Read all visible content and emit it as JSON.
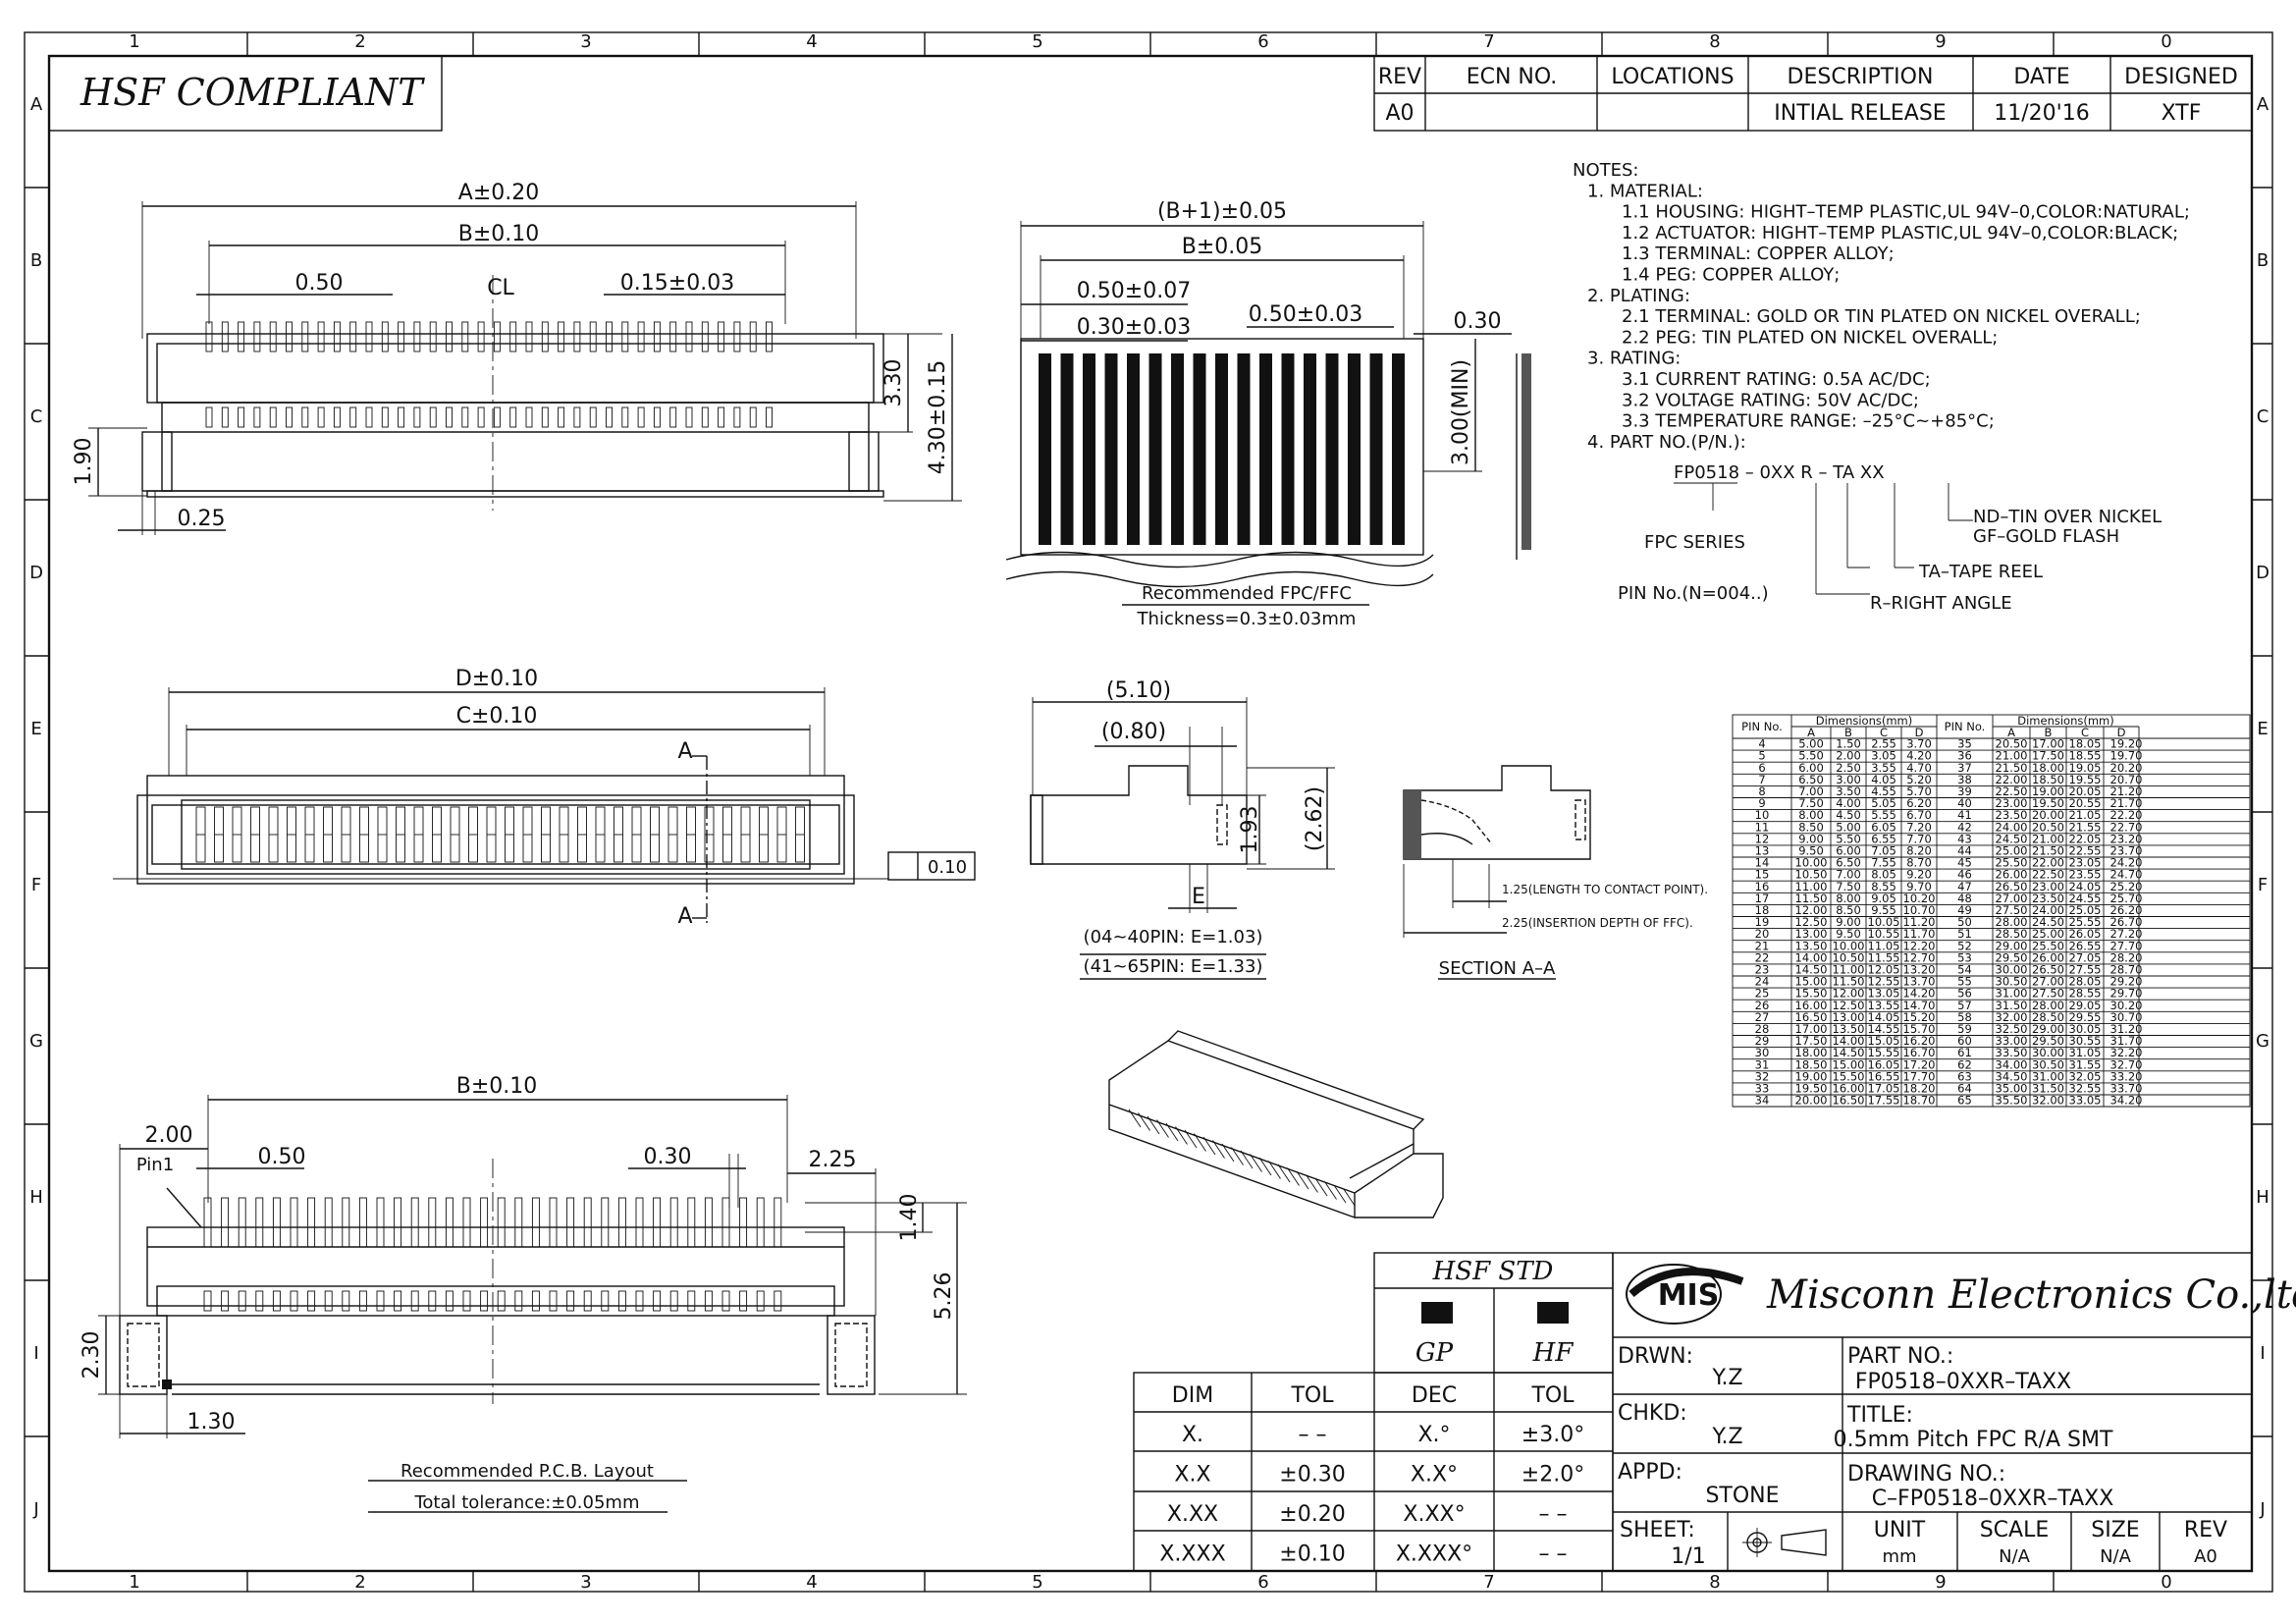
{
  "zone_cols": [
    "1",
    "2",
    "3",
    "4",
    "5",
    "6",
    "7",
    "8",
    "9",
    "0"
  ],
  "zone_rows": [
    "A",
    "B",
    "C",
    "D",
    "E",
    "F",
    "G",
    "H",
    "I",
    "J"
  ],
  "hsf_compliant": "HSF COMPLIANT",
  "revision": {
    "headers": [
      "REV",
      "ECN NO.",
      "LOCATIONS",
      "DESCRIPTION",
      "DATE",
      "DESIGNED"
    ],
    "row": [
      "A0",
      "",
      "",
      "INTIAL RELEASE",
      "11/20'16",
      "XTF"
    ]
  },
  "dims": {
    "a": "A±0.20",
    "b": "B±0.10",
    "p050": "0.50",
    "p015": "0.15±0.03",
    "cl": "CL",
    "h330": "3.30",
    "h430": "4.30±0.15",
    "h190": "1.90",
    "w025": "0.25",
    "bp1": "(B+1)±0.05",
    "b005": "B±0.05",
    "p050_07": "0.50±0.07",
    "p030_03": "0.30±0.03",
    "p050_03": "0.50±0.03",
    "t030": "0.30",
    "min300": "3.00(MIN)",
    "d": "D±0.10",
    "c": "C±0.10",
    "sec_a": "A",
    "flat": "0.10",
    "s510": "(5.10)",
    "s080": "(0.80)",
    "s193": "1.93",
    "s262": "(2.62)",
    "e": "E",
    "e1": "(04~40PIN: E=1.03)",
    "e2": "(41~65PIN: E=1.33)",
    "l125": "1.25(LENGTH TO CONTACT POINT).",
    "l225": "2.25(INSERTION DEPTH OF FFC).",
    "section": "SECTION A–A",
    "pb": "B±0.10",
    "p200": "2.00",
    "p030": "0.30",
    "p225": "2.25",
    "pin1": "Pin1",
    "p140": "1.40",
    "p526": "5.26",
    "p230": "2.30",
    "p130": "1.30"
  },
  "fpc_caption": [
    "Recommended FPC/FFC",
    "Thickness=0.3±0.03mm"
  ],
  "pcb_caption": [
    "Recommended P.C.B. Layout",
    "Total tolerance:±0.05mm"
  ],
  "notes": [
    "NOTES:",
    "1. MATERIAL:",
    "1.1 HOUSING: HIGHT–TEMP PLASTIC,UL 94V–0,COLOR:NATURAL;",
    "1.2 ACTUATOR: HIGHT–TEMP PLASTIC,UL 94V–0,COLOR:BLACK;",
    "1.3 TERMINAL: COPPER ALLOY;",
    "1.4 PEG: COPPER ALLOY;",
    "2. PLATING:",
    "2.1 TERMINAL: GOLD OR TIN PLATED ON NICKEL OVERALL;",
    "2.2 PEG: TIN PLATED ON NICKEL OVERALL;",
    "3. RATING:",
    "3.1 CURRENT RATING: 0.5A AC/DC;",
    "3.2 VOLTAGE RATING: 50V AC/DC;",
    "3.3 TEMPERATURE RANGE: –25°C~+85°C;",
    "4. PART NO.(P/N.):"
  ],
  "partno": {
    "code": "FP0518 – 0XX R – TA  XX",
    "fpc_series": "FPC SERIES",
    "pin_no": "PIN No.(N=004..)",
    "r": "R–RIGHT ANGLE",
    "ta": "TA–TAPE REEL",
    "nd": "ND–TIN OVER NICKEL",
    "gf": "GF–GOLD FLASH"
  },
  "dim_table": {
    "h_pin": "PIN No.",
    "h_dim": "Dimensions(mm)",
    "cols": [
      "A",
      "B",
      "C",
      "D"
    ],
    "rows": [
      [
        "4",
        "5.00",
        "1.50",
        "2.55",
        "3.70",
        "35",
        "20.50",
        "17.00",
        "18.05",
        "19.20"
      ],
      [
        "5",
        "5.50",
        "2.00",
        "3.05",
        "4.20",
        "36",
        "21.00",
        "17.50",
        "18.55",
        "19.70"
      ],
      [
        "6",
        "6.00",
        "2.50",
        "3.55",
        "4.70",
        "37",
        "21.50",
        "18.00",
        "19.05",
        "20.20"
      ],
      [
        "7",
        "6.50",
        "3.00",
        "4.05",
        "5.20",
        "38",
        "22.00",
        "18.50",
        "19.55",
        "20.70"
      ],
      [
        "8",
        "7.00",
        "3.50",
        "4.55",
        "5.70",
        "39",
        "22.50",
        "19.00",
        "20.05",
        "21.20"
      ],
      [
        "9",
        "7.50",
        "4.00",
        "5.05",
        "6.20",
        "40",
        "23.00",
        "19.50",
        "20.55",
        "21.70"
      ],
      [
        "10",
        "8.00",
        "4.50",
        "5.55",
        "6.70",
        "41",
        "23.50",
        "20.00",
        "21.05",
        "22.20"
      ],
      [
        "11",
        "8.50",
        "5.00",
        "6.05",
        "7.20",
        "42",
        "24.00",
        "20.50",
        "21.55",
        "22.70"
      ],
      [
        "12",
        "9.00",
        "5.50",
        "6.55",
        "7.70",
        "43",
        "24.50",
        "21.00",
        "22.05",
        "23.20"
      ],
      [
        "13",
        "9.50",
        "6.00",
        "7.05",
        "8.20",
        "44",
        "25.00",
        "21.50",
        "22.55",
        "23.70"
      ],
      [
        "14",
        "10.00",
        "6.50",
        "7.55",
        "8.70",
        "45",
        "25.50",
        "22.00",
        "23.05",
        "24.20"
      ],
      [
        "15",
        "10.50",
        "7.00",
        "8.05",
        "9.20",
        "46",
        "26.00",
        "22.50",
        "23.55",
        "24.70"
      ],
      [
        "16",
        "11.00",
        "7.50",
        "8.55",
        "9.70",
        "47",
        "26.50",
        "23.00",
        "24.05",
        "25.20"
      ],
      [
        "17",
        "11.50",
        "8.00",
        "9.05",
        "10.20",
        "48",
        "27.00",
        "23.50",
        "24.55",
        "25.70"
      ],
      [
        "18",
        "12.00",
        "8.50",
        "9.55",
        "10.70",
        "49",
        "27.50",
        "24.00",
        "25.05",
        "26.20"
      ],
      [
        "19",
        "12.50",
        "9.00",
        "10.05",
        "11.20",
        "50",
        "28.00",
        "24.50",
        "25.55",
        "26.70"
      ],
      [
        "20",
        "13.00",
        "9.50",
        "10.55",
        "11.70",
        "51",
        "28.50",
        "25.00",
        "26.05",
        "27.20"
      ],
      [
        "21",
        "13.50",
        "10.00",
        "11.05",
        "12.20",
        "52",
        "29.00",
        "25.50",
        "26.55",
        "27.70"
      ],
      [
        "22",
        "14.00",
        "10.50",
        "11.55",
        "12.70",
        "53",
        "29.50",
        "26.00",
        "27.05",
        "28.20"
      ],
      [
        "23",
        "14.50",
        "11.00",
        "12.05",
        "13.20",
        "54",
        "30.00",
        "26.50",
        "27.55",
        "28.70"
      ],
      [
        "24",
        "15.00",
        "11.50",
        "12.55",
        "13.70",
        "55",
        "30.50",
        "27.00",
        "28.05",
        "29.20"
      ],
      [
        "25",
        "15.50",
        "12.00",
        "13.05",
        "14.20",
        "56",
        "31.00",
        "27.50",
        "28.55",
        "29.70"
      ],
      [
        "26",
        "16.00",
        "12.50",
        "13.55",
        "14.70",
        "57",
        "31.50",
        "28.00",
        "29.05",
        "30.20"
      ],
      [
        "27",
        "16.50",
        "13.00",
        "14.05",
        "15.20",
        "58",
        "32.00",
        "28.50",
        "29.55",
        "30.70"
      ],
      [
        "28",
        "17.00",
        "13.50",
        "14.55",
        "15.70",
        "59",
        "32.50",
        "29.00",
        "30.05",
        "31.20"
      ],
      [
        "29",
        "17.50",
        "14.00",
        "15.05",
        "16.20",
        "60",
        "33.00",
        "29.50",
        "30.55",
        "31.70"
      ],
      [
        "30",
        "18.00",
        "14.50",
        "15.55",
        "16.70",
        "61",
        "33.50",
        "30.00",
        "31.05",
        "32.20"
      ],
      [
        "31",
        "18.50",
        "15.00",
        "16.05",
        "17.20",
        "62",
        "34.00",
        "30.50",
        "31.55",
        "32.70"
      ],
      [
        "32",
        "19.00",
        "15.50",
        "16.55",
        "17.70",
        "63",
        "34.50",
        "31.00",
        "32.05",
        "33.20"
      ],
      [
        "33",
        "19.50",
        "16.00",
        "17.05",
        "18.20",
        "64",
        "35.00",
        "31.50",
        "32.55",
        "33.70"
      ],
      [
        "34",
        "20.00",
        "16.50",
        "17.55",
        "18.70",
        "65",
        "35.50",
        "32.00",
        "33.05",
        "34.20"
      ]
    ]
  },
  "hsf_std": {
    "title": "HSF STD",
    "gp": "GP",
    "hf": "HF"
  },
  "tol_table": {
    "h": [
      "DIM",
      "TOL",
      "DEC",
      "TOL"
    ],
    "rows": [
      [
        "X.",
        "– –",
        "X.°",
        "±3.0°"
      ],
      [
        "X.X",
        "±0.30",
        "X.X°",
        "±2.0°"
      ],
      [
        "X.XX",
        "±0.20",
        "X.XX°",
        "– –"
      ],
      [
        "X.XXX",
        "±0.10",
        "X.XXX°",
        "– –"
      ]
    ]
  },
  "title_block": {
    "logo": "MIS",
    "company": "Misconn Electronics Co.,ltd.",
    "drwn_l": "DRWN:",
    "drwn": "Y.Z",
    "chkd_l": "CHKD:",
    "chkd": "Y.Z",
    "appd_l": "APPD:",
    "appd": "STONE",
    "sheet_l": "SHEET:",
    "sheet": "1/1",
    "part_l": "PART NO.:",
    "part": "FP0518–0XXR–TAXX",
    "title_l": "TITLE:",
    "title": "0.5mm Pitch FPC R/A SMT",
    "dwg_l": "DRAWING NO.:",
    "dwg": "C–FP0518–0XXR–TAXX",
    "unit_l": "UNIT",
    "unit": "mm",
    "scale_l": "SCALE",
    "scale": "N/A",
    "size_l": "SIZE",
    "size": "N/A",
    "rev_l": "REV",
    "rev": "A0"
  }
}
